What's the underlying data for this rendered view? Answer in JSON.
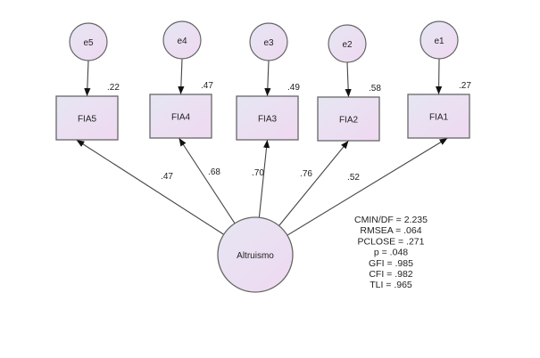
{
  "diagram": {
    "type": "sem-path-diagram",
    "latent": {
      "name": "Altruismo"
    },
    "indicators": [
      {
        "name": "FIA5",
        "error": "e5",
        "r2": ".22",
        "loading": ".47"
      },
      {
        "name": "FIA4",
        "error": "e4",
        "r2": ".47",
        "loading": ".68"
      },
      {
        "name": "FIA3",
        "error": "e3",
        "r2": ".49",
        "loading": ".70"
      },
      {
        "name": "FIA2",
        "error": "e2",
        "r2": ".58",
        "loading": ".76"
      },
      {
        "name": "FIA1",
        "error": "e1",
        "r2": ".27",
        "loading": ".52"
      }
    ],
    "fit_stats": [
      "CMIN/DF = 2.235",
      "RMSEA = .064",
      "PCLOSE = .271",
      "p = .048",
      "GFI = .985",
      "CFI = .982",
      "TLI = .965"
    ]
  }
}
